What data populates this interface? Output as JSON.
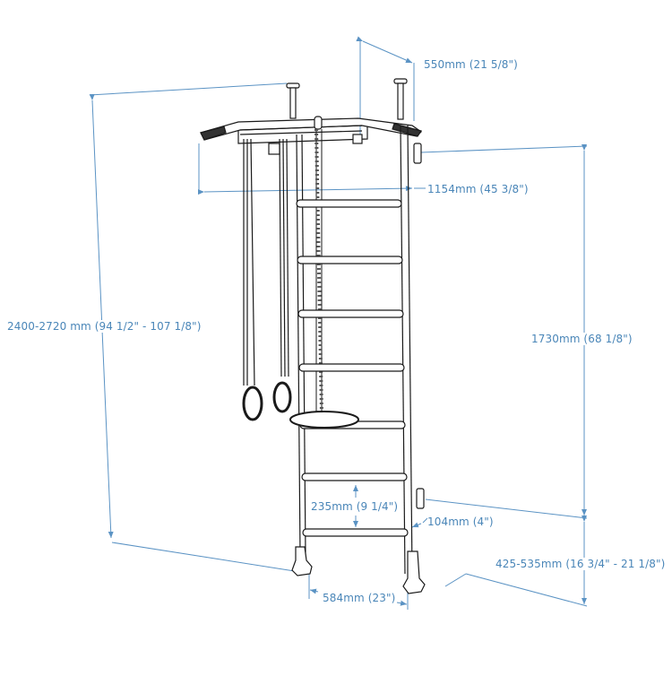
{
  "diagram": {
    "subject": "Wall bars ladder with pull-up bar, gymnastic rings, rope and disc swing",
    "colors": {
      "dimension": "#5b93c4",
      "label": "#4a86b8",
      "outline": "#1a1a1a",
      "background": "#ffffff"
    },
    "dimensions": {
      "depth_top": "550mm (21 5/8\")",
      "bar_width": "1154mm (45 3/8\")",
      "total_height": "2400-2720 mm (94 1/2\" - 107 1/8\")",
      "ladder_height": "1730mm (68 1/8\")",
      "rung_spacing": "235mm (9 1/4\")",
      "wall_offset": "104mm (4\")",
      "base_height": "425-535mm (16 3/4\" - 21 1/8\")",
      "ladder_width": "584mm (23\")"
    },
    "components": [
      "pull-up-bar",
      "ceiling-struts",
      "gymnastic-rings",
      "climbing-rope",
      "disc-swing",
      "ladder-rungs",
      "side-rails",
      "feet"
    ]
  }
}
